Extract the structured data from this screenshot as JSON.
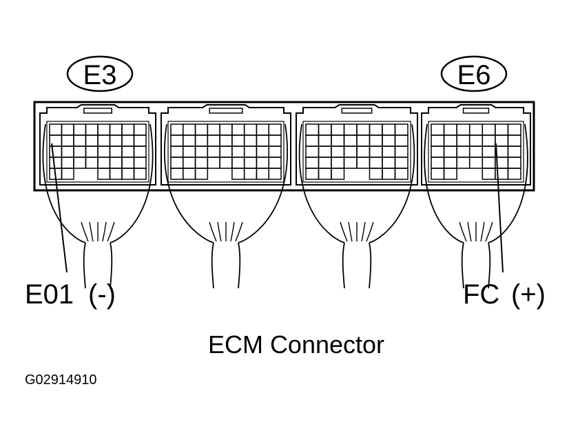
{
  "colors": {
    "line": "#000000",
    "background": "#ffffff"
  },
  "connector_ids": {
    "left": "E3",
    "right": "E6"
  },
  "terminals": {
    "left": "E01",
    "left_polarity": "(-)",
    "right": "FC",
    "right_polarity": "(+)"
  },
  "title": "ECM Connector",
  "figure_code": "G02914910"
}
